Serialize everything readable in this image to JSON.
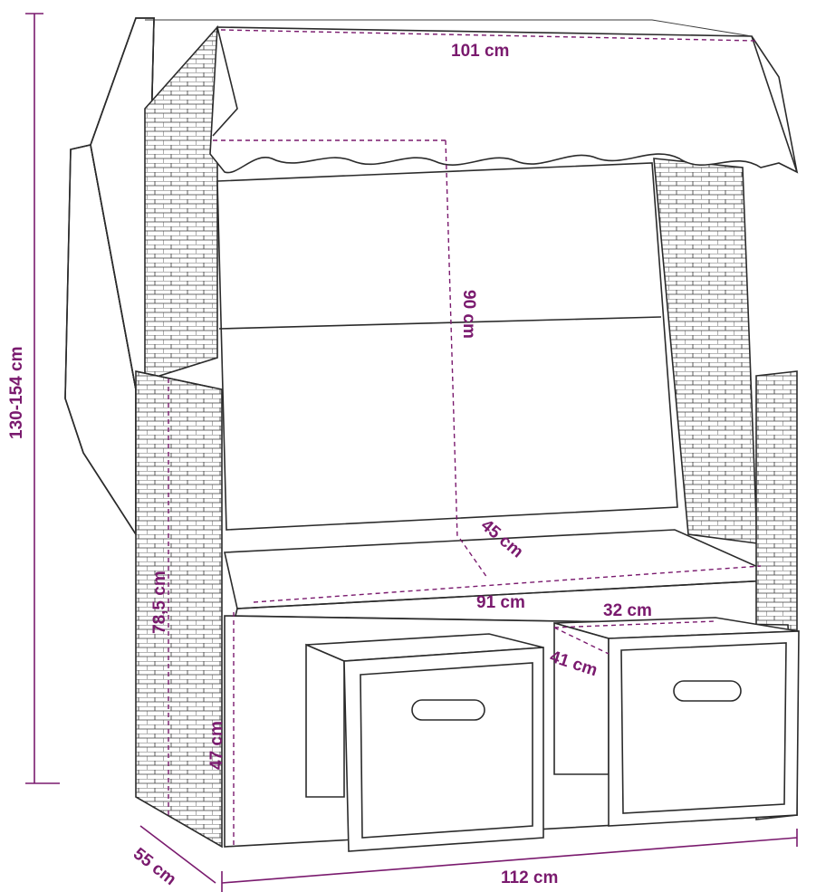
{
  "dimensions": {
    "canopy_width": "101 cm",
    "backrest_height": "90 cm",
    "seat_depth": "45 cm",
    "seat_width": "91 cm",
    "footrest_width": "32 cm",
    "footrest_depth": "41 cm",
    "armrest_height": "78,5 cm",
    "seat_height": "47 cm",
    "total_height": "130-154 cm",
    "total_depth": "55 cm",
    "total_width": "112 cm"
  },
  "colors": {
    "dimension": "#7a1a6e",
    "line_art": "#2b2b2b",
    "background": "#ffffff"
  }
}
